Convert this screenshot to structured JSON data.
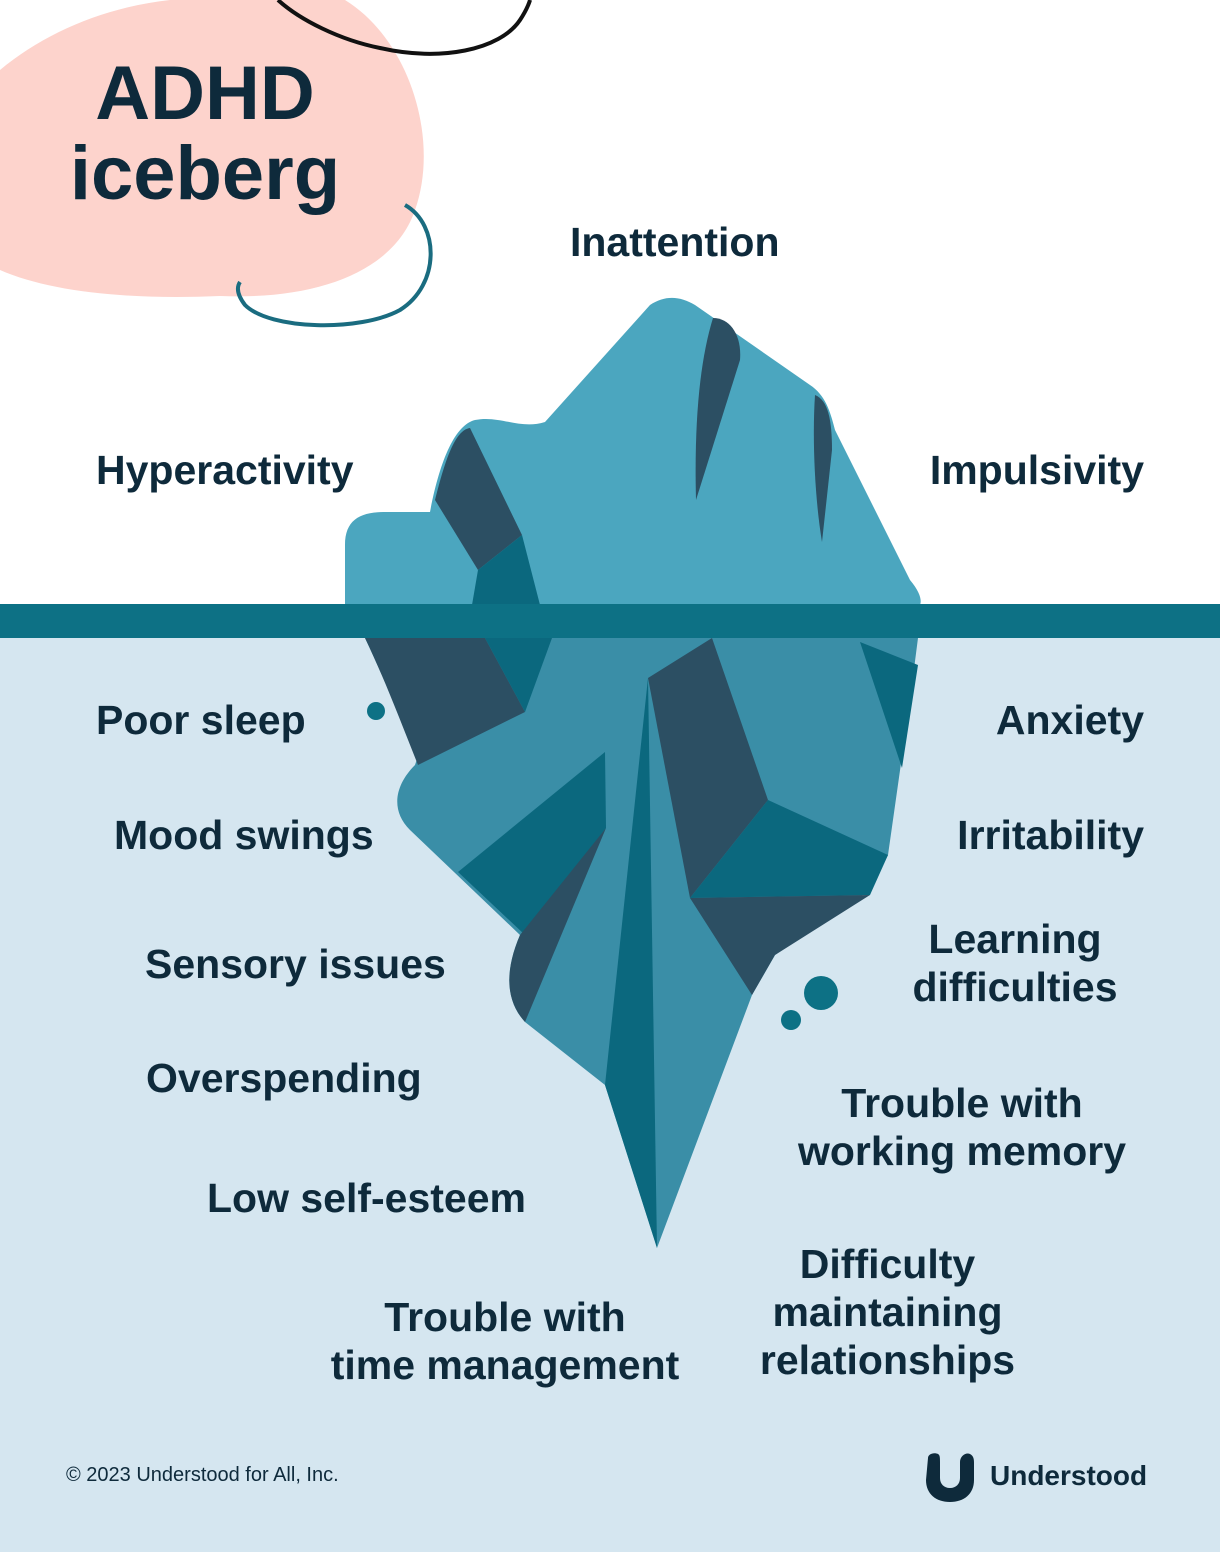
{
  "title": {
    "line1": "ADHD",
    "line2": "iceberg"
  },
  "above_water": {
    "top": "Inattention",
    "left": "Hyperactivity",
    "right": "Impulsivity"
  },
  "below_left": [
    "Poor sleep",
    "Mood swings",
    "Sensory issues",
    "Overspending",
    "Low self-esteem"
  ],
  "below_right": [
    "Anxiety",
    "Irritability"
  ],
  "learning": {
    "line1": "Learning",
    "line2": "difficulties"
  },
  "working_memory": {
    "line1": "Trouble with",
    "line2": "working memory"
  },
  "time_management": {
    "line1": "Trouble with",
    "line2": "time management"
  },
  "relationships": {
    "line1": "Difficulty",
    "line2": "maintaining",
    "line3": "relationships"
  },
  "footer": {
    "copyright": "© 2023 Understood for All, Inc.",
    "brand": "Understood"
  },
  "colors": {
    "background": "#ffffff",
    "water": "#d5e6f0",
    "waterline": "#0d7185",
    "ice_light": "#4ba6bf",
    "ice_mid": "#3a8ea7",
    "ice_dark": "#2c4f63",
    "ice_teal": "#0b687e",
    "blob": "#fdd3cc",
    "text": "#0e2a3b"
  }
}
